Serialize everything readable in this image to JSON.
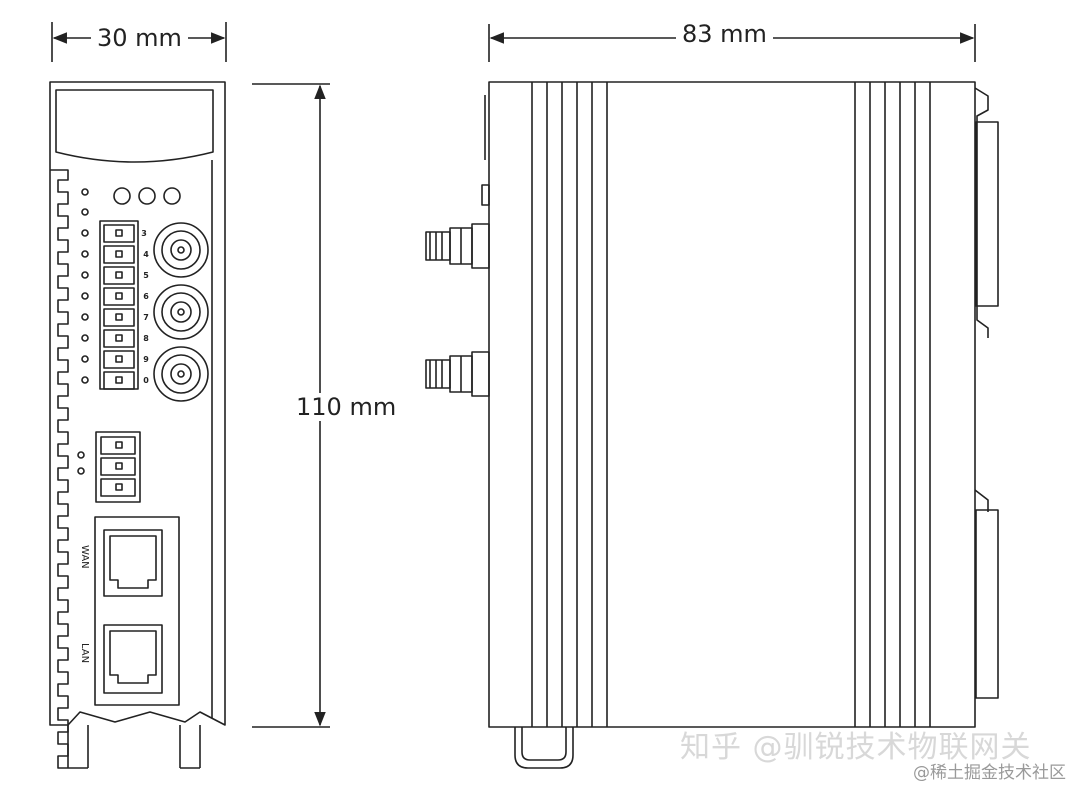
{
  "dimensions": {
    "width_label": "30 mm",
    "depth_label": "83 mm",
    "height_label": "110 mm"
  },
  "front_view": {
    "terminal_pins": [
      "3",
      "4",
      "5",
      "6",
      "7",
      "8",
      "9",
      "0"
    ],
    "wan_label": "WAN",
    "lan_label": "LAN"
  },
  "watermarks": {
    "primary": "知乎 @驯锐技术物联网关",
    "secondary": "@稀土掘金技术社区"
  }
}
